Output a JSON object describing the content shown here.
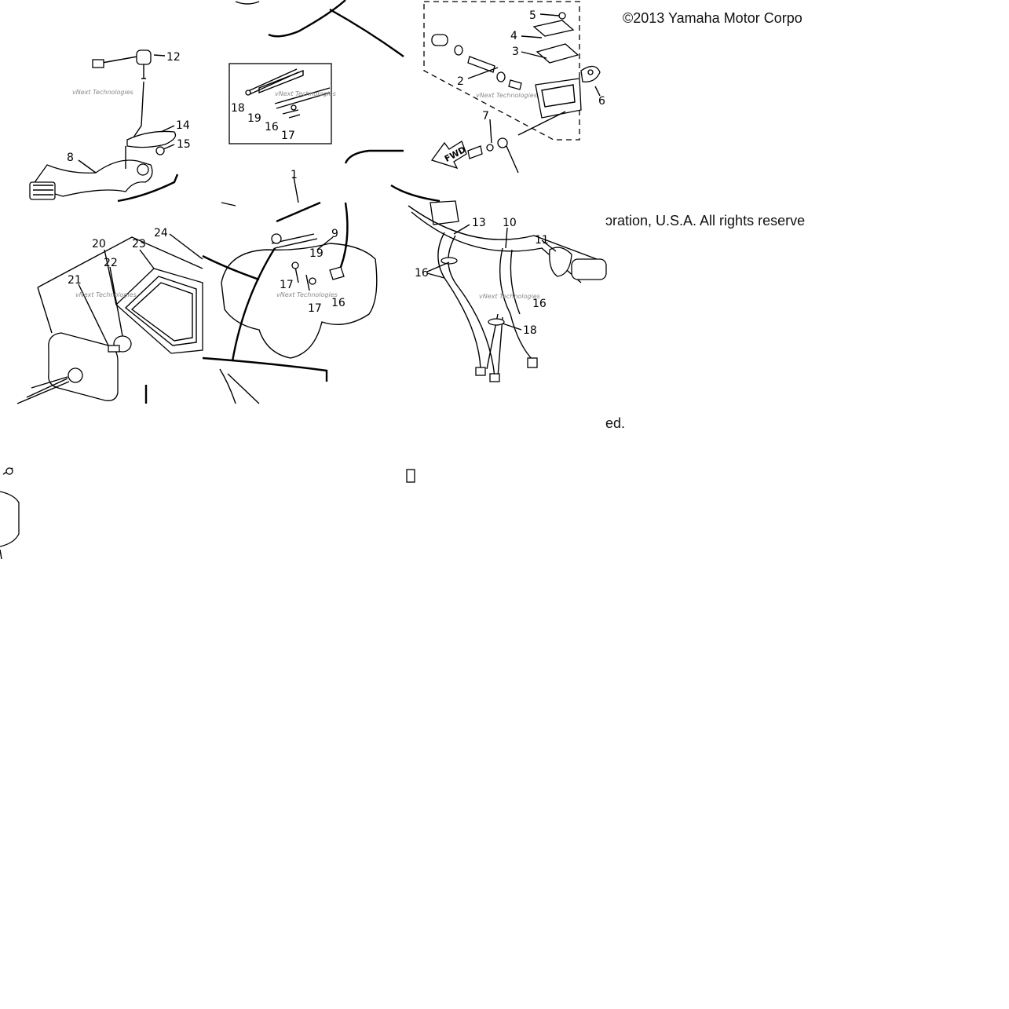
{
  "copyright": {
    "line1": "©2013 Yamaha Motor Corpo",
    "line2": "ɔration, U.S.A. All rights reserve",
    "line3": "ed."
  },
  "watermark": "vNext Technologies",
  "arrow_label": "FWD",
  "callouts": {
    "p1": "1",
    "p2": "2",
    "p3": "3",
    "p4": "4",
    "p5": "5",
    "p6": "6",
    "p7": "7",
    "p8": "8",
    "p9": "9",
    "p10": "10",
    "p11": "11",
    "p12": "12",
    "p13": "13",
    "p14": "14",
    "p15": "15",
    "p16": "16",
    "p17": "17",
    "p18": "18",
    "p19": "19",
    "p20": "20",
    "p21": "21",
    "p22": "22",
    "p23": "23",
    "p24": "24"
  }
}
